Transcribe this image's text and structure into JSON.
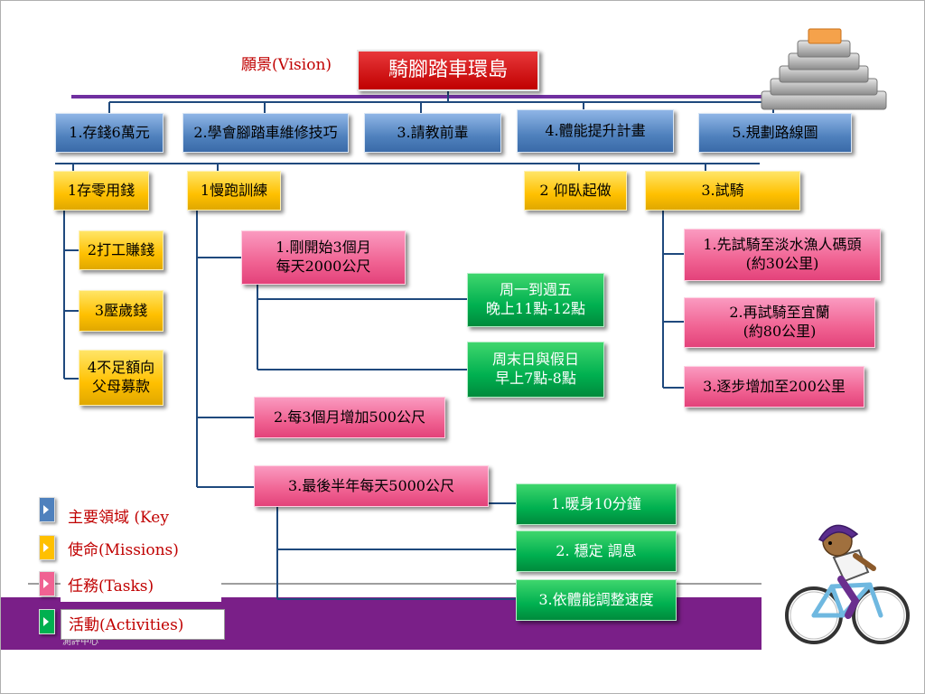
{
  "vision_label": "願景(Vision)",
  "root": "騎腳踏車環島",
  "key_areas": [
    "1.存錢6萬元",
    "2.學會腳踏車維修技巧",
    "3.請教前輩",
    "4.體能提升計畫",
    "5.規劃路線圖"
  ],
  "missions": {
    "save_money": "1存零用錢",
    "jogging": "1慢跑訓練",
    "situps": "2 仰臥起做",
    "trial_ride": "3.試騎"
  },
  "save_money_tasks": [
    "2打工賺錢",
    "3壓歲錢",
    "4不足額向\n父母募款"
  ],
  "jogging_tasks": [
    "1.剛開始3個月\n每天2000公尺",
    "2.每3個月增加500公尺",
    "3.最後半年每天5000公尺"
  ],
  "jogging_activities_first": [
    "周一到週五\n晚上11點-12點",
    "周末日與假日\n早上7點-8點"
  ],
  "jogging_activities_last": [
    "1.暖身10分鐘",
    "2. 穩定 調息",
    "3.依體能調整速度"
  ],
  "trial_ride_tasks": [
    "1.先試騎至淡水漁人碼頭\n(約30公里)",
    "2.再試騎至宜蘭\n(約80公里)",
    "3.逐步增加至200公里"
  ],
  "legend": [
    "主要領域  (Key areas)",
    "使命(Missions)",
    "任務(Tasks)",
    "活動(Activities)"
  ],
  "footer_text": "測評中心",
  "colors": {
    "root": "#c00000",
    "key_area": "#4f81bd",
    "mission": "#ffc000",
    "task": "#f06292",
    "activity": "#00b050",
    "connector": "#1f497d",
    "band": "#7a1f88"
  }
}
